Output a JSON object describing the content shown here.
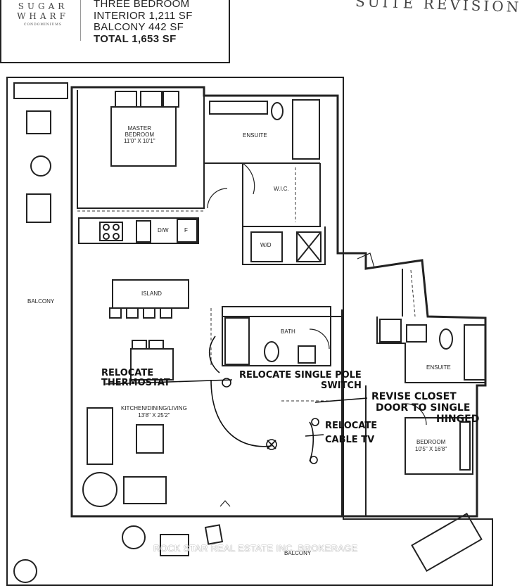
{
  "header": {
    "logo_line1": "SUGAR",
    "logo_line2": "WHARF",
    "logo_line3": "CONDOMINIUMS",
    "unit_type": "THREE BEDROOM",
    "interior": "INTERIOR 1,211 SF",
    "balcony": "BALCONY 442 SF",
    "total": "TOTAL 1,653 SF",
    "handwritten_title": "SUITE REVISION"
  },
  "rooms": {
    "master_bedroom_name": "MASTER\nBEDROOM",
    "master_bedroom_size": "11'0\" X 10'1\"",
    "ensuite_top": "ENSUITE",
    "wic": "W.I.C.",
    "dw": "D/W",
    "fridge": "F",
    "wd": "W/D",
    "island": "ISLAND",
    "bath": "BATH",
    "ensuite_right": "ENSUITE",
    "kitchen_name": "KITCHEN/DINING/LIVING",
    "kitchen_size": "13'8\" X 25'2\"",
    "bedroom_name": "BEDROOM",
    "bedroom_size": "10'5\" X 16'8\"",
    "balcony_left": "BALCONY",
    "balcony_bottom": "BALCONY"
  },
  "annotations": {
    "relocate_thermostat_1": "RELOCATE",
    "relocate_thermostat_2": "THERMOSTAT",
    "relocate_switch_1": "RELOCATE SINGLE POLE",
    "relocate_switch_2": "SWITCH",
    "revise_closet_1": "REVISE CLOSET",
    "revise_closet_2": "DOOR TO SINGLE",
    "revise_closet_3": "HINGED",
    "relocate_cable_1": "RELOCATE",
    "relocate_cable_2": "CABLE TV"
  },
  "watermark": "ROCK STAR REAL ESTATE INC. BROKERAGE"
}
